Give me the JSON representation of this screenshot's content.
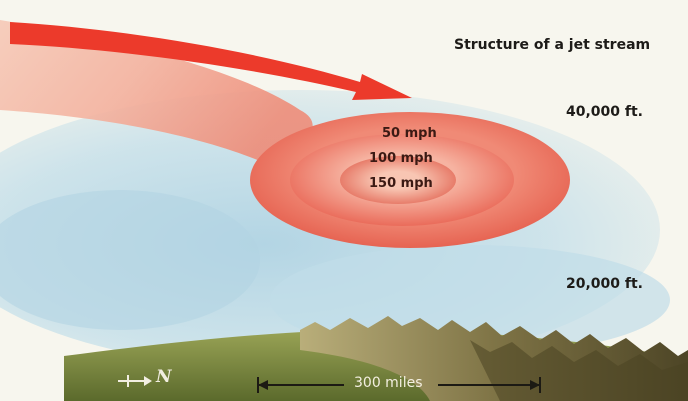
{
  "diagram": {
    "title": "Structure of a jet stream",
    "altitude_high": "40,000 ft.",
    "altitude_low": "20,000 ft.",
    "speeds": {
      "outer": "50 mph",
      "middle": "100 mph",
      "inner": "150 mph"
    },
    "scale_label": "300 miles",
    "compass_label": "N"
  },
  "colors": {
    "sky": "#9fc8dc",
    "jet_core": "#f06a5a",
    "jet_edge": "#f4b8a6",
    "arrow": "#ee3b2c",
    "ground": "#7c8a42",
    "mountains": "#5f5a36",
    "text": "#1d1b18"
  }
}
